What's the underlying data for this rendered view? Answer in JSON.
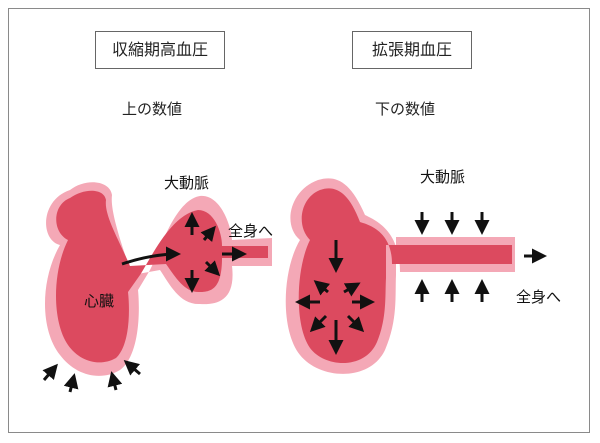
{
  "left": {
    "title": "収縮期高血圧",
    "subtitle": "上の数値",
    "aorta_label": "大動脈",
    "heart_label": "心臓",
    "flow_label": "全身へ"
  },
  "right": {
    "title": "拡張期血圧",
    "subtitle": "下の数値",
    "aorta_label": "大動脈",
    "flow_label": "全身へ"
  },
  "colors": {
    "outer": "#f4a8b6",
    "inner": "#dc4a5f",
    "arrow": "#111111",
    "border": "#8a8a8a"
  }
}
